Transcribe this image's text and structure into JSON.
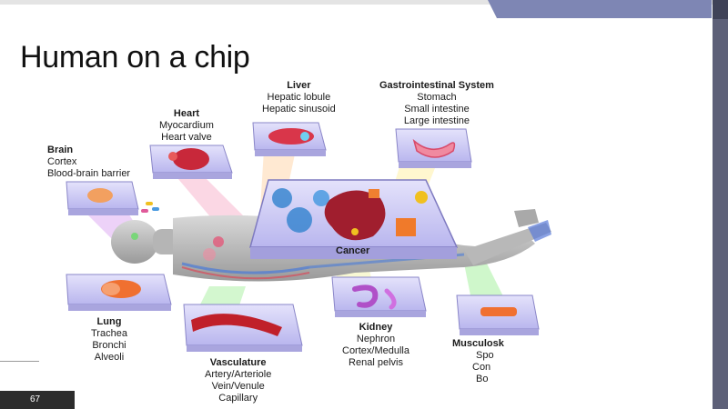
{
  "slide": {
    "title": "Human on a chip",
    "page_number": "67"
  },
  "organs": {
    "liver": {
      "name": "Liver",
      "lines": [
        "Hepatic lobule",
        "Hepatic sinusoid"
      ]
    },
    "gi": {
      "name": "Gastrointestinal System",
      "lines": [
        "Stomach",
        "Small intestine",
        "Large intestine"
      ]
    },
    "heart": {
      "name": "Heart",
      "lines": [
        "Myocardium",
        "Heart valve"
      ]
    },
    "brain": {
      "name": "Brain",
      "lines": [
        "Cortex",
        "Blood-brain barrier"
      ]
    },
    "cancer": {
      "name": "Cancer"
    },
    "lung": {
      "name": "Lung",
      "lines": [
        "Trachea",
        "Bronchi",
        "Alveoli"
      ]
    },
    "kidney": {
      "name": "Kidney",
      "lines": [
        "Nephron",
        "Cortex/Medulla",
        "Renal pelvis"
      ]
    },
    "vasculature": {
      "name": "Vasculature",
      "lines": [
        "Artery/Arteriole",
        "Vein/Venule",
        "Capillary"
      ]
    },
    "musculo": {
      "name": "Musculosk",
      "lines": [
        "Spo",
        "Con",
        "Bo"
      ]
    }
  },
  "colors": {
    "accent_tab": "#7e86b4",
    "side_bar": "#5d6078",
    "chip_fill": "#c9c6f2"
  }
}
